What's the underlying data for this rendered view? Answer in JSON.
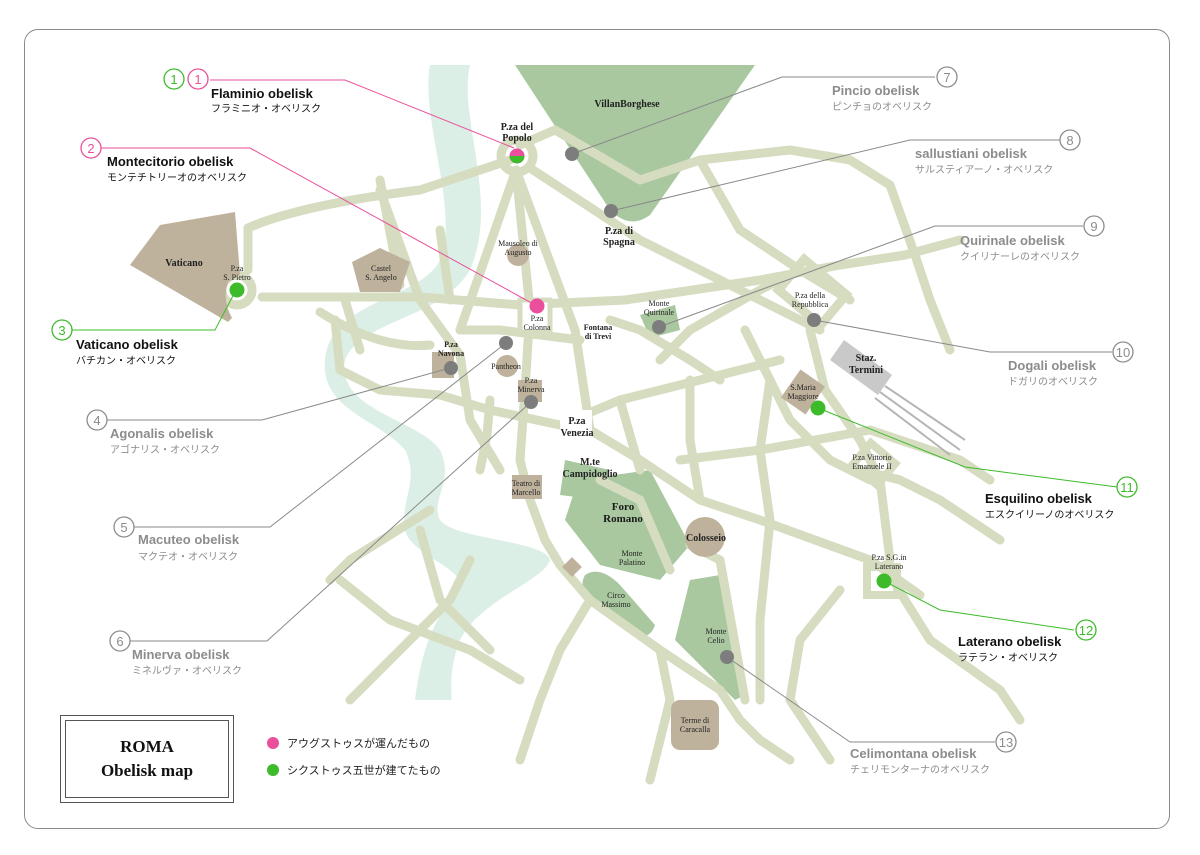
{
  "map": {
    "places": {
      "villa_borghese": "VillanBorghese",
      "piazza_popolo": [
        "P.za del",
        "Popolo"
      ],
      "piazza_spagna": [
        "P.za di",
        "Spagna"
      ],
      "mausoleo": [
        "Mausoleo di",
        "Augusto"
      ],
      "vaticano": "Vaticano",
      "piazza_pietro": [
        "P.za",
        "S. Pietro"
      ],
      "castel": [
        "Castel",
        "S. Angelo"
      ],
      "colonna": [
        "P.za",
        "Colonna"
      ],
      "quirinale": [
        "Monte",
        "Quirinale"
      ],
      "trevi": [
        "Fontana",
        "di Trevi"
      ],
      "repubblica": [
        "P.za della",
        "Repubblica"
      ],
      "termini": [
        "Staz.",
        "Termini"
      ],
      "navona": [
        "P.za",
        "Navona"
      ],
      "pantheon": "Pantheon",
      "minerva": [
        "P.za",
        "Minerva"
      ],
      "venezia": [
        "P.za",
        "Venezia"
      ],
      "maria_maggiore": [
        "S.Maria",
        "Maggiore"
      ],
      "vittorio": [
        "P.za Vittorio",
        "Emanuele II"
      ],
      "campidoglio": [
        "M.te",
        "Campidoglio"
      ],
      "marcello": [
        "Teatro di",
        "Marcello"
      ],
      "foro": [
        "Foro",
        "Romano"
      ],
      "colosseo": "Colosseio",
      "palatino": [
        "Monte",
        "Palatino"
      ],
      "circo": [
        "Circo",
        "Massimo"
      ],
      "laterano_pl": [
        "P.za S.G.in",
        "Laterano"
      ],
      "celio": [
        "Monte",
        "Celio"
      ],
      "caracalla": [
        "Terme di",
        "Caracalla"
      ]
    },
    "obelisks": [
      {
        "num": "1",
        "name": "Flaminio obelisk",
        "jp": "フラミニオ・オベリスク"
      },
      {
        "num": "2",
        "name": "Montecitorio obelisk",
        "jp": "モンテチトリーオのオベリスク"
      },
      {
        "num": "3",
        "name": "Vaticano obelisk",
        "jp": "バチカン・オベリスク"
      },
      {
        "num": "4",
        "name": "Agonalis obelisk",
        "jp": "アゴナリス・オベリスク"
      },
      {
        "num": "5",
        "name": "Macuteo obelisk",
        "jp": "マクテオ・オベリスク"
      },
      {
        "num": "6",
        "name": "Minerva obelisk",
        "jp": "ミネルヴァ・オベリスク"
      },
      {
        "num": "7",
        "name": "Pincio obelisk",
        "jp": "ピンチョのオベリスク"
      },
      {
        "num": "8",
        "name": "sallustiani obelisk",
        "jp": "サルスティアーノ・オベリスク"
      },
      {
        "num": "9",
        "name": "Quirinale obelisk",
        "jp": "クイリナーレのオベリスク"
      },
      {
        "num": "10",
        "name": "Dogali obelisk",
        "jp": "ドガリのオベリスク"
      },
      {
        "num": "11",
        "name": "Esquilino obelisk",
        "jp": "エスクイリーノのオベリスク"
      },
      {
        "num": "12",
        "name": "Laterano obelisk",
        "jp": "ラテラン・オベリスク"
      },
      {
        "num": "13",
        "name": "Celimontana obelisk",
        "jp": "チェリモンターナのオベリスク"
      }
    ],
    "flaminio_green_num": "1"
  },
  "legend": {
    "title1": "ROMA",
    "title2": "Obelisk map",
    "pink_label": "アウグストゥスが運んだもの",
    "green_label": "シクストゥス五世が建てたもの"
  },
  "colors": {
    "road": "#d6dcc0",
    "river": "#dcefe6",
    "park": "#a9c8a0",
    "building": "#bfb29c",
    "pink": "#ea4f9b",
    "green": "#3dbb2a",
    "grey_marker": "#7d7d7d"
  }
}
